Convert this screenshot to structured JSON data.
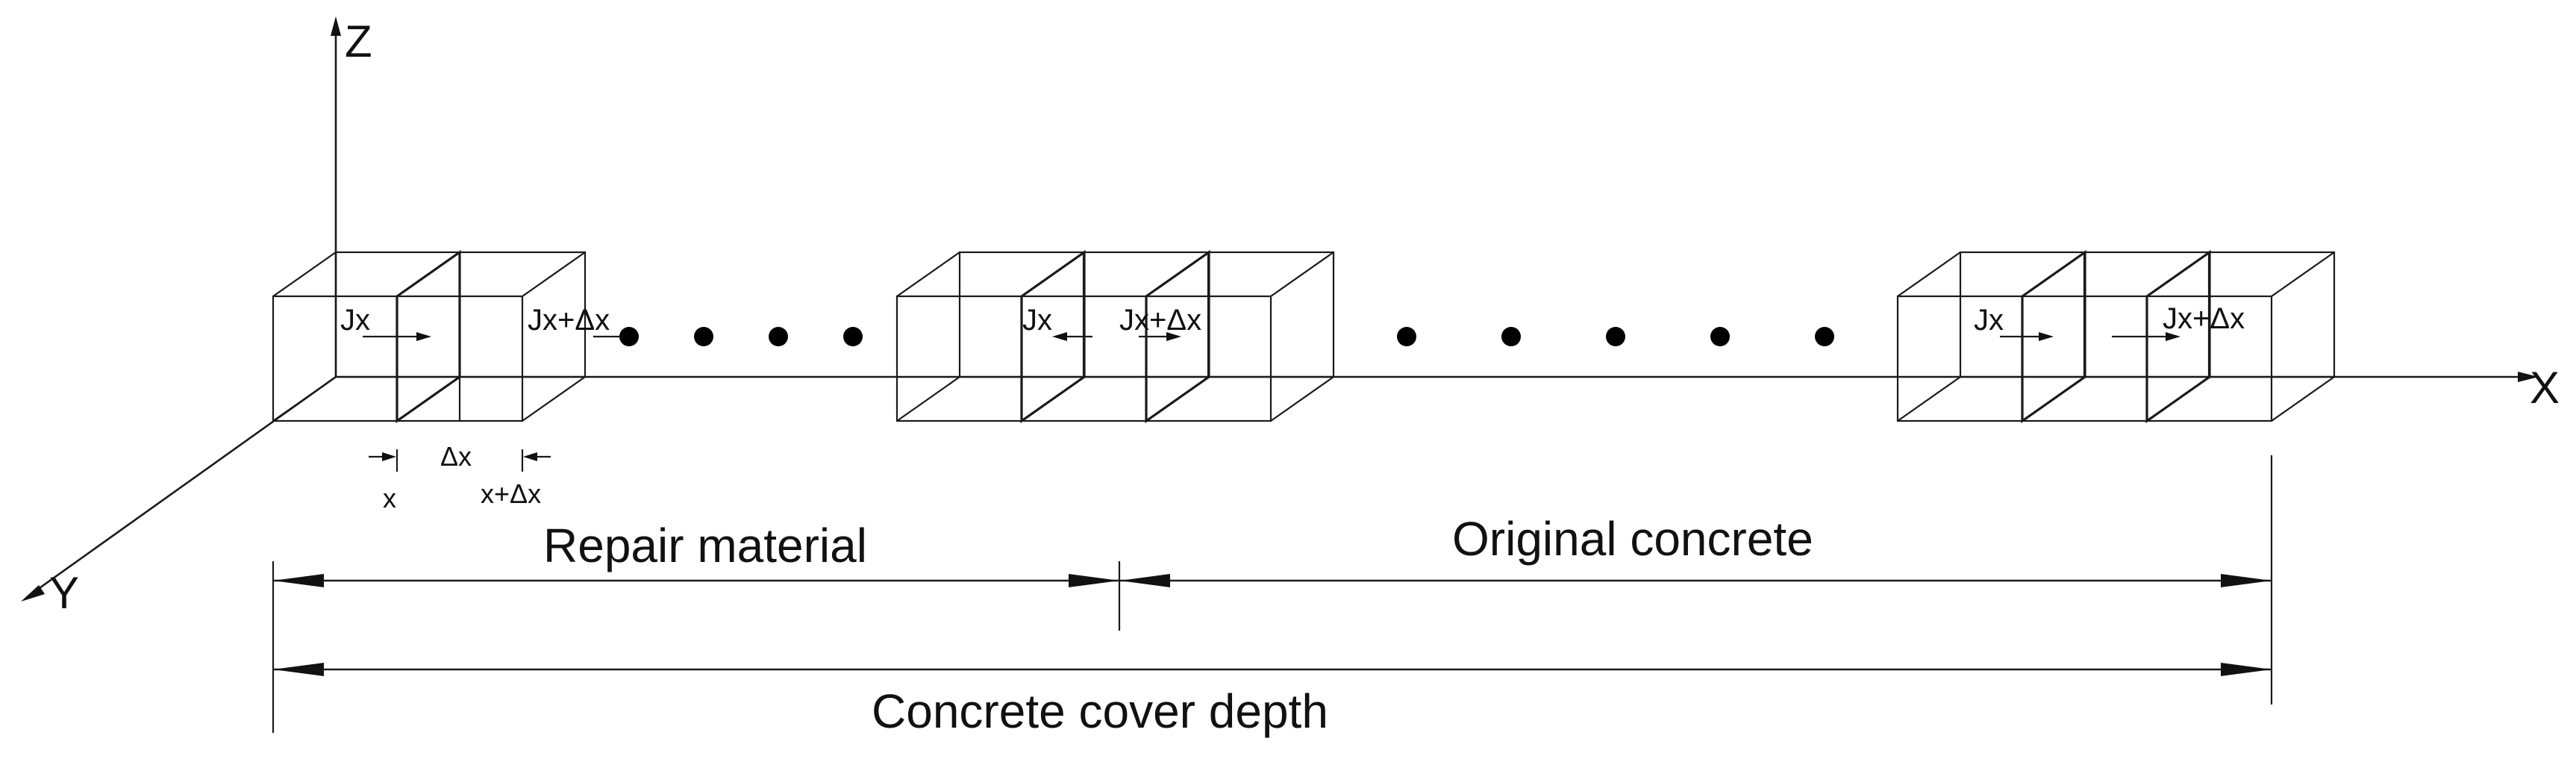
{
  "axes": {
    "x": "X",
    "y": "Y",
    "z": "Z"
  },
  "cell_labels": {
    "flux_in": "Jx",
    "flux_out": "Jx+Δx",
    "delta": "Δx",
    "pos_x": "x",
    "pos_x_dx": "x+Δx"
  },
  "dimensions": {
    "repair": "Repair material",
    "original": "Original concrete",
    "cover": "Concrete cover depth"
  },
  "ellipsis_groups": [
    {
      "count": 4
    },
    {
      "count": 5
    }
  ]
}
